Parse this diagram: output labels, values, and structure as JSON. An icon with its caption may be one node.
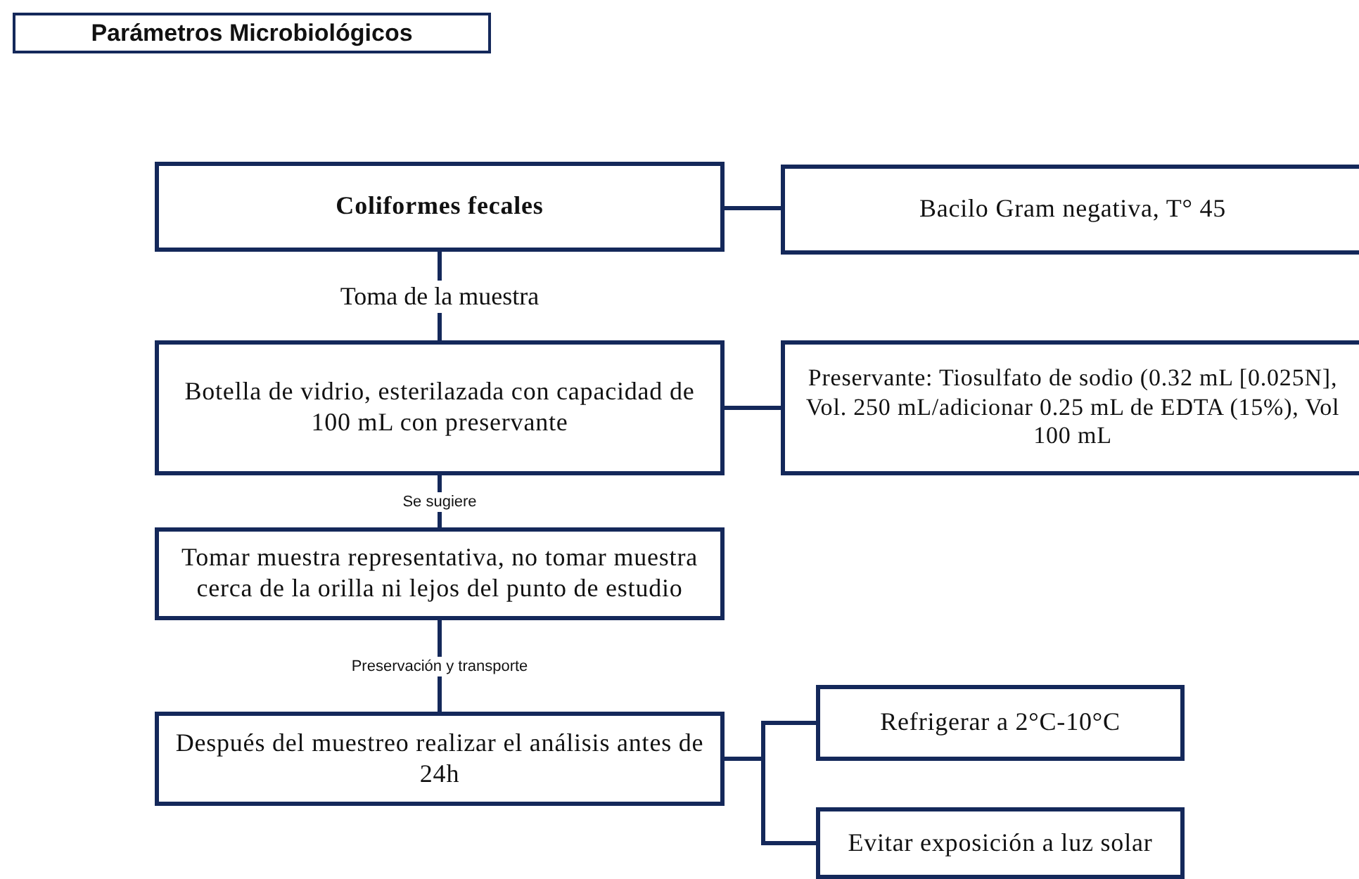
{
  "diagram": {
    "title": "Parámetros Microbiológicos",
    "nodes": [
      {
        "text": [
          "Coliformes fecales"
        ]
      },
      {
        "text": [
          "Bacilo Gram negativa, T°  45"
        ]
      },
      {
        "text": [
          "Botella de vidrio, esterilazada con capacidad de 100 mL con preservante"
        ]
      },
      {
        "text": [
          "Preservante: Tiosulfato de sodio (0.32 mL [0.025N], Vol. 250 mL/adicionar 0.25 mL de EDTA (15%), Vol 100 mL"
        ]
      },
      {
        "text": [
          "Tomar muestra representativa, no tomar muestra cerca de la orilla ni lejos del punto de estudio"
        ]
      },
      {
        "text": [
          "Después del muestreo realizar el análisis antes de 24h"
        ]
      },
      {
        "text": [
          "Refrigerar a 2°C-10°C"
        ]
      },
      {
        "text": [
          "Evitar exposición a luz solar"
        ]
      }
    ],
    "edges": [
      {
        "from": 0,
        "to": 1,
        "arrow": "none"
      },
      {
        "from": 0,
        "to": 2,
        "arrow": "none",
        "label": "Toma de la muestra"
      },
      {
        "from": 2,
        "to": 3,
        "arrow": "none"
      },
      {
        "from": 2,
        "to": 4,
        "arrow": "none",
        "label": "Se sugiere"
      },
      {
        "from": 4,
        "to": 5,
        "arrow": "none",
        "label": "Preservación y transporte"
      },
      {
        "from": 5,
        "to": 6,
        "arrow": "none"
      },
      {
        "from": 5,
        "to": 7,
        "arrow": "none"
      }
    ]
  }
}
